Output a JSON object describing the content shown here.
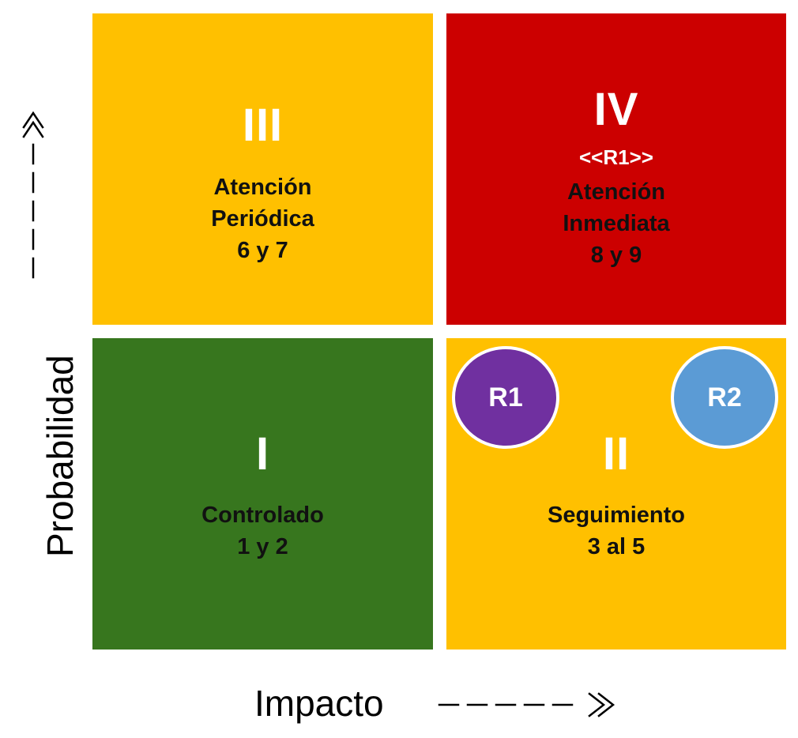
{
  "colors": {
    "quadrant_III": "#ffc000",
    "quadrant_IV": "#cc0000",
    "quadrant_I": "#37761e",
    "quadrant_II": "#ffc000",
    "marker_R1": "#7030a0",
    "marker_R2": "#5b9bd5"
  },
  "quadrants": {
    "III": {
      "numeral": "III",
      "lines": [
        "Atención",
        "Periódica",
        "6 y 7"
      ]
    },
    "IV": {
      "numeral": "IV",
      "tag": "<<R1>>",
      "lines": [
        "Atención",
        "Inmediata",
        "8 y 9"
      ]
    },
    "I": {
      "numeral": "I",
      "lines": [
        "Controlado",
        "1 y 2"
      ]
    },
    "II": {
      "numeral": "II",
      "lines": [
        "Seguimiento",
        "3 al 5"
      ]
    }
  },
  "markers": {
    "r1": "R1",
    "r2": "R2"
  },
  "axes": {
    "x_label": "Impacto",
    "y_label": "Probabilidad"
  }
}
